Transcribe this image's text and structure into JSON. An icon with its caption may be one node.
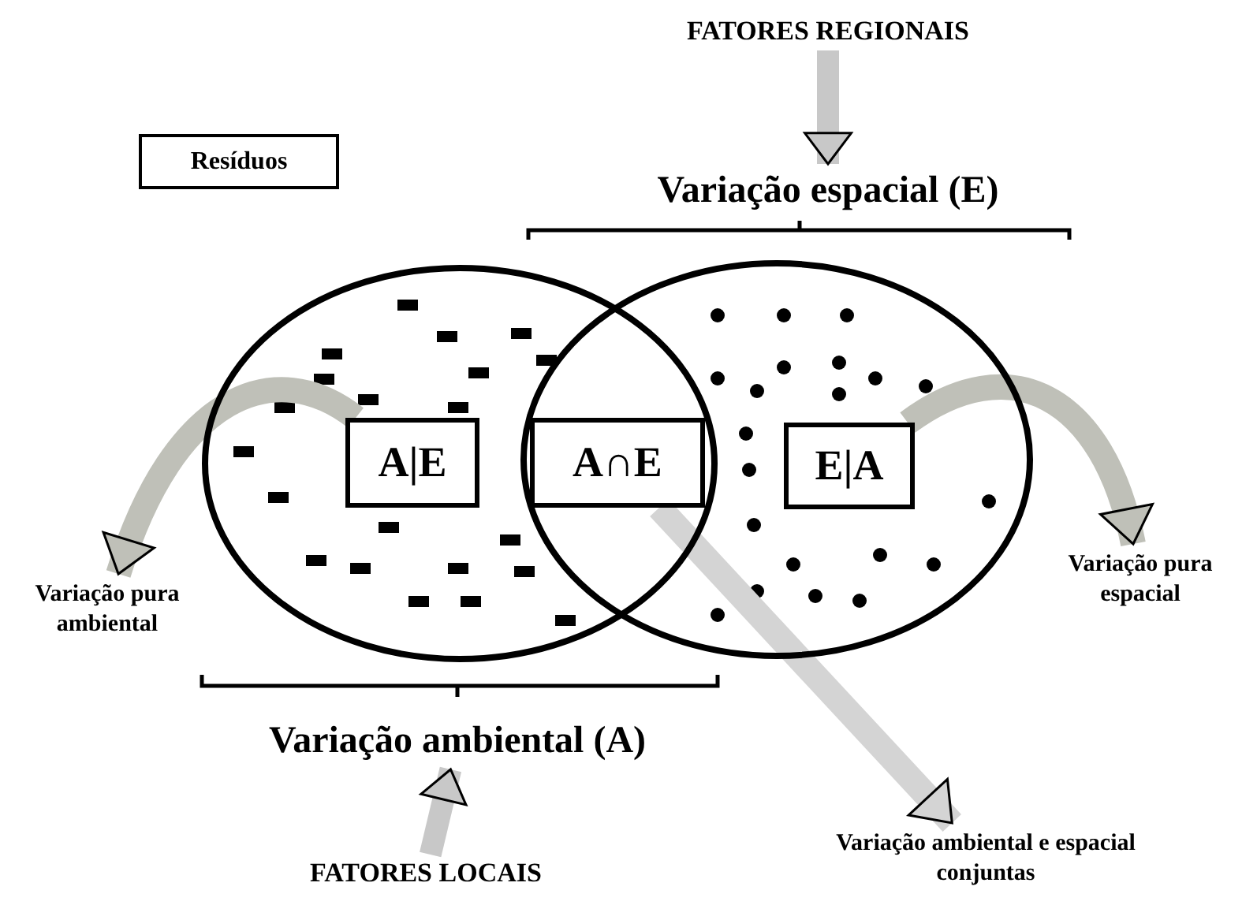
{
  "diagram": {
    "nodes": [
      {
        "text": [
          "FATORES REGIONAIS"
        ]
      },
      {
        "text": [
          "Variação espacial (E)"
        ]
      },
      {
        "text": [
          "Resíduos"
        ]
      },
      {
        "text": [],
        "shape": "ellipse"
      },
      {
        "text": [],
        "shape": "ellipse"
      },
      {
        "text": [
          "A|E"
        ],
        "in": 3
      },
      {
        "text": [
          "A∩E"
        ]
      },
      {
        "text": [
          "E|A"
        ],
        "in": 4
      },
      {
        "text": [
          "Variação pura ambiental"
        ]
      },
      {
        "text": [
          "Variação pura espacial"
        ]
      },
      {
        "text": [
          "Variação ambiental e espacial conjuntas"
        ]
      },
      {
        "text": [
          "Variação ambiental (A)"
        ]
      },
      {
        "text": [
          "FATORES LOCAIS"
        ]
      }
    ],
    "edges": [
      {
        "from": 0,
        "to": 1,
        "arrow": "to"
      },
      {
        "from": 5,
        "to": 8,
        "arrow": "to"
      },
      {
        "from": 7,
        "to": 9,
        "arrow": "to"
      },
      {
        "from": 6,
        "to": 10,
        "arrow": "to"
      },
      {
        "from": 12,
        "to": 11,
        "arrow": "to"
      }
    ]
  }
}
